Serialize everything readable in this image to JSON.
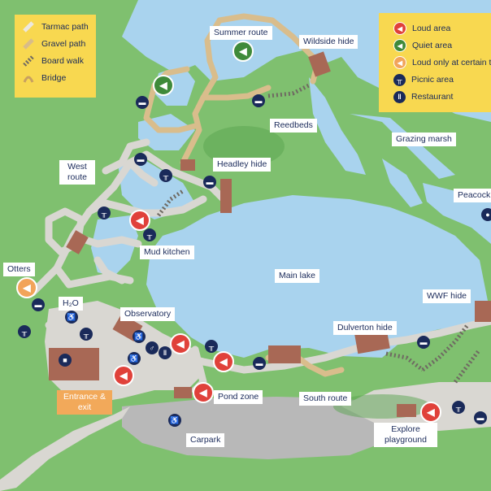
{
  "legend_left": {
    "items": [
      {
        "label": "Tarmac path",
        "icon": "tarmac-swatch",
        "color": "#ece8e0"
      },
      {
        "label": "Gravel path",
        "icon": "gravel-swatch",
        "color": "#e0c89a"
      },
      {
        "label": "Board walk",
        "icon": "boardwalk-swatch",
        "color": "#8a8478"
      },
      {
        "label": "Bridge",
        "icon": "bridge-swatch",
        "color": "#d8b070"
      }
    ]
  },
  "legend_right": {
    "items": [
      {
        "label": "Loud area",
        "icon": "loud-area-icon",
        "color": "#e0413a"
      },
      {
        "label": "Quiet area",
        "icon": "quiet-area-icon",
        "color": "#3f8a3a"
      },
      {
        "label": "Loud only at certain t",
        "icon": "loud-certain-times-icon",
        "color": "#f2a45a"
      },
      {
        "label": "Picnic area",
        "icon": "picnic-icon",
        "color": "#1a2a5a"
      },
      {
        "label": "Restaurant",
        "icon": "restaurant-icon",
        "color": "#1a2a5a"
      }
    ]
  },
  "labels": {
    "summer_route": "Summer route",
    "wildside_hide": "Wildside hide",
    "reedbeds": "Reedbeds",
    "grazing_marsh": "Grazing marsh",
    "west_route": "West route",
    "headley_hide": "Headley hide",
    "peacock": "Peacock",
    "mud_kitchen": "Mud kitchen",
    "otters": "Otters",
    "main_lake": "Main lake",
    "h2o": "H₂O",
    "observatory": "Observatory",
    "wwf_hide": "WWF hide",
    "dulverton_hide": "Dulverton hide",
    "entrance_exit": "Entrance & exit",
    "pond_zone": "Pond zone",
    "south_route": "South route",
    "carpark": "Carpark",
    "explore_playground": "Explore playground"
  },
  "colors": {
    "grass": "#7fc06f",
    "water": "#a9d3ee",
    "path": "#d9d7d2",
    "gravel": "#d9bd8c",
    "hide": "#a86855",
    "carpark": "#b5b5b5",
    "legend_bg": "#f8d850",
    "label_text": "#1a2a5a",
    "entrance_bg": "#f2a95a"
  }
}
